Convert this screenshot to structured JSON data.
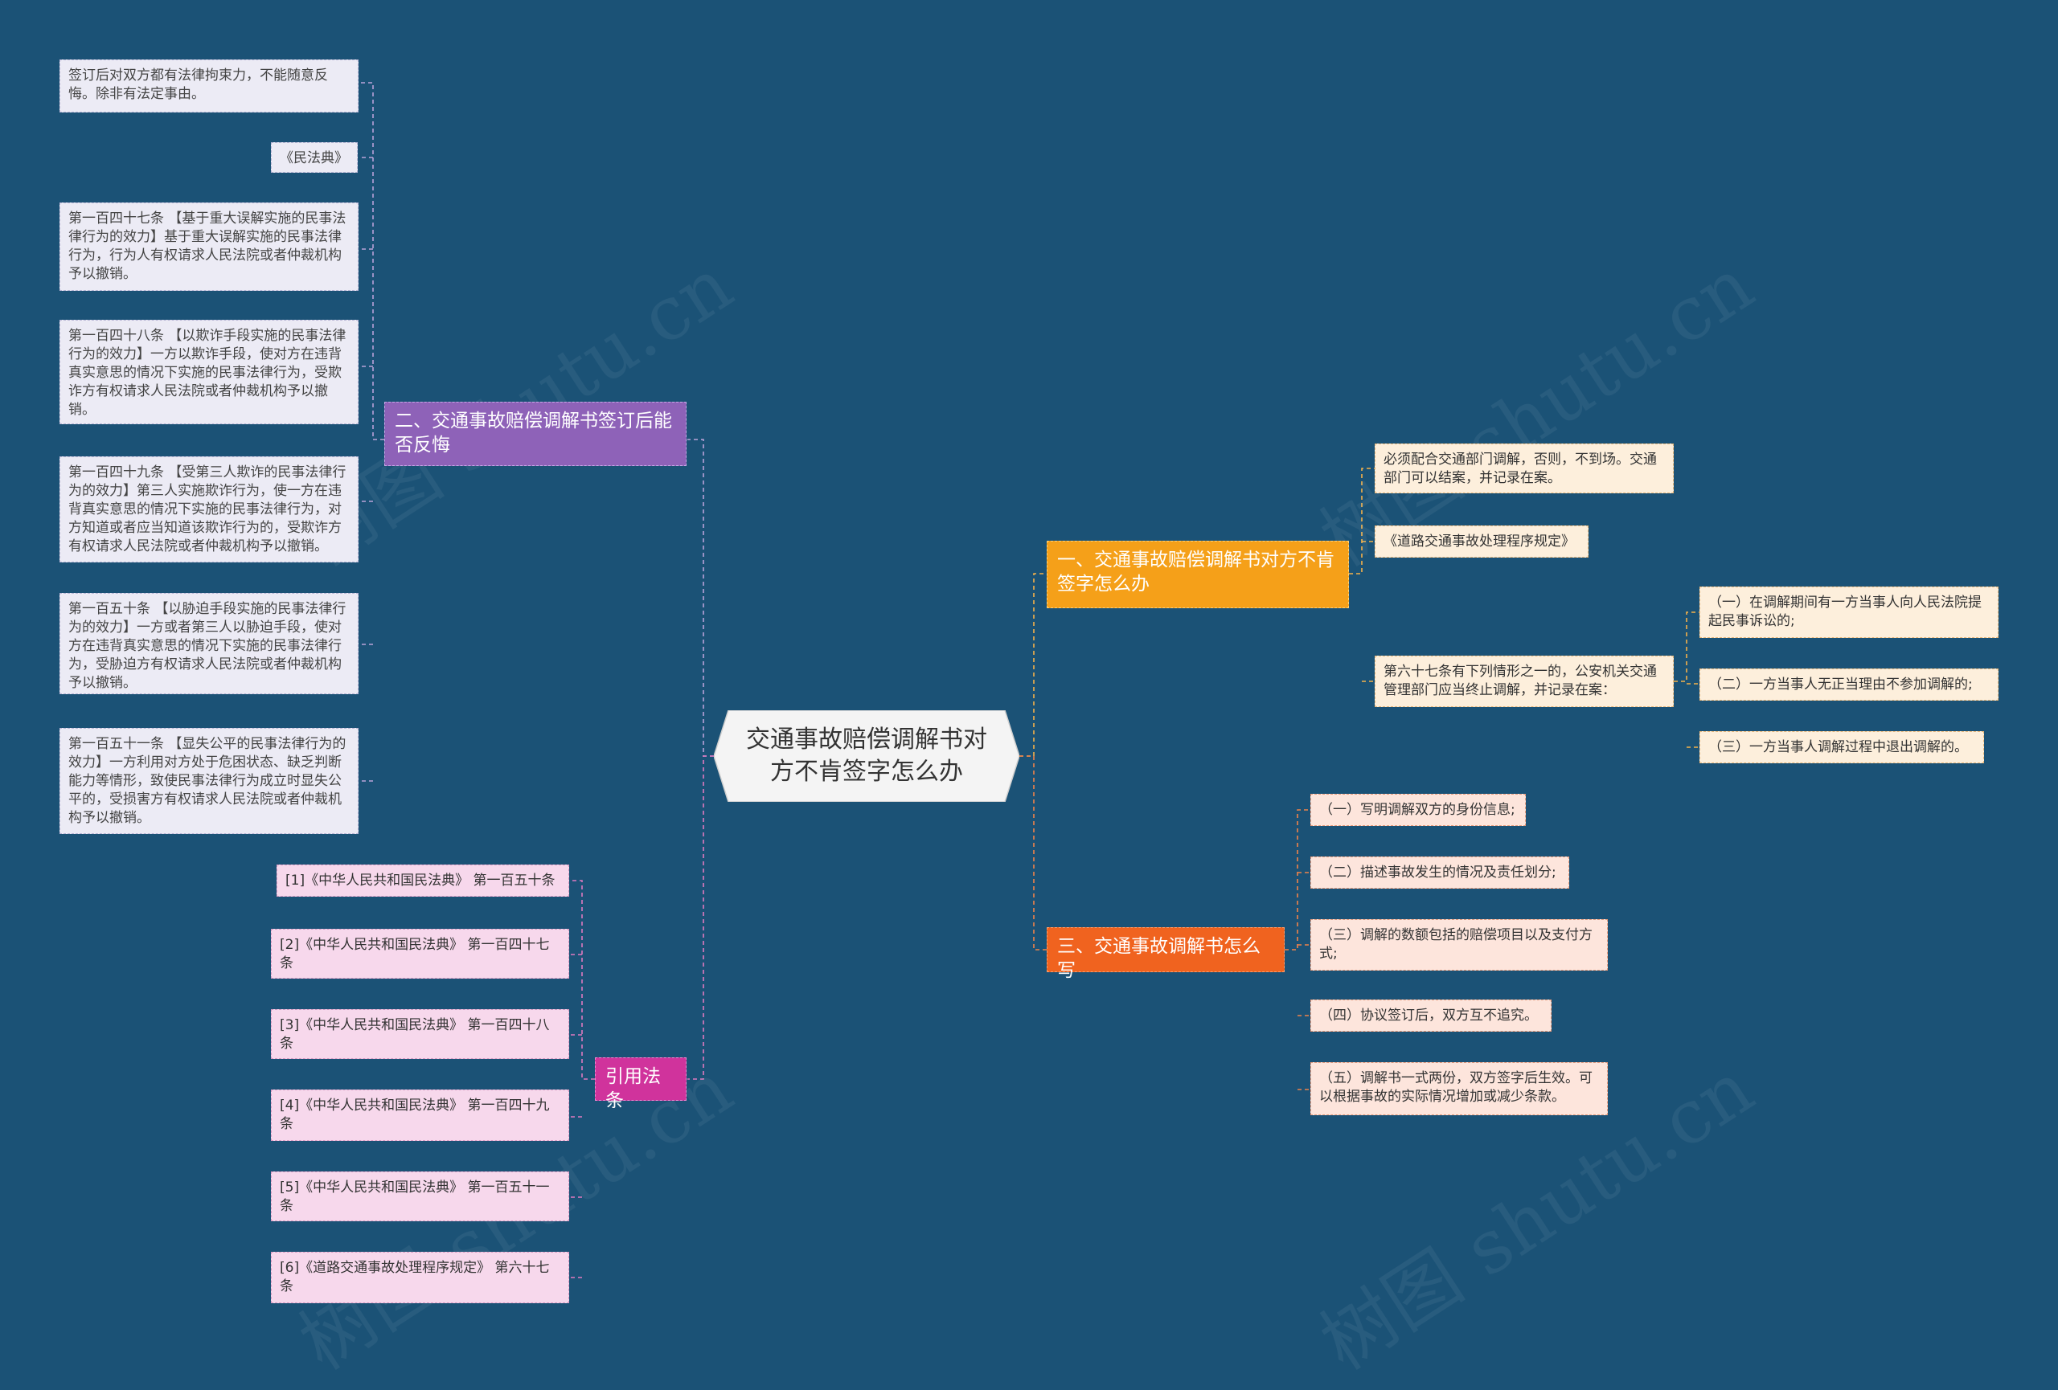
{
  "colors": {
    "background": "#1b5276",
    "purple": "#8e62b8",
    "orange": "#f5a019",
    "red": "#f0631f",
    "pink": "#d0339c"
  },
  "center": {
    "title": "交通事故赔偿调解书对方不肯签字怎么办"
  },
  "branch_left_1": {
    "title": "二、交通事故赔偿调解书签订后能否反悔",
    "items": [
      "签订后对双方都有法律拘束力，不能随意反悔。除非有法定事由。",
      "《民法典》",
      "第一百四十七条 【基于重大误解实施的民事法律行为的效力】基于重大误解实施的民事法律行为，行为人有权请求人民法院或者仲裁机构予以撤销。",
      "第一百四十八条 【以欺诈手段实施的民事法律行为的效力】一方以欺诈手段，使对方在违背真实意思的情况下实施的民事法律行为，受欺诈方有权请求人民法院或者仲裁机构予以撤销。",
      "第一百四十九条 【受第三人欺诈的民事法律行为的效力】第三人实施欺诈行为，使一方在违背真实意思的情况下实施的民事法律行为，对方知道或者应当知道该欺诈行为的，受欺诈方有权请求人民法院或者仲裁机构予以撤销。",
      "第一百五十条 【以胁迫手段实施的民事法律行为的效力】一方或者第三人以胁迫手段，使对方在违背真实意思的情况下实施的民事法律行为，受胁迫方有权请求人民法院或者仲裁机构予以撤销。",
      "第一百五十一条 【显失公平的民事法律行为的效力】一方利用对方处于危困状态、缺乏判断能力等情形，致使民事法律行为成立时显失公平的，受损害方有权请求人民法院或者仲裁机构予以撤销。"
    ]
  },
  "branch_left_2": {
    "title": "引用法条",
    "items": [
      "[1]《中华人民共和国民法典》 第一百五十条",
      "[2]《中华人民共和国民法典》 第一百四十七条",
      "[3]《中华人民共和国民法典》 第一百四十八条",
      "[4]《中华人民共和国民法典》 第一百四十九条",
      "[5]《中华人民共和国民法典》 第一百五十一条",
      "[6]《道路交通事故处理程序规定》 第六十七条"
    ]
  },
  "branch_right_1": {
    "title": "一、交通事故赔偿调解书对方不肯签字怎么办",
    "items": [
      "必须配合交通部门调解，否则，不到场。交通部门可以结案，并记录在案。",
      "《道路交通事故处理程序规定》",
      "第六十七条有下列情形之一的，公安机关交通管理部门应当终止调解，并记录在案："
    ],
    "sub_items": [
      "（一）在调解期间有一方当事人向人民法院提起民事诉讼的;",
      "（二）一方当事人无正当理由不参加调解的;",
      "（三）一方当事人调解过程中退出调解的。"
    ]
  },
  "branch_right_2": {
    "title": "三、交通事故调解书怎么写",
    "items": [
      "（一）写明调解双方的身份信息;",
      "（二）描述事故发生的情况及责任划分;",
      "（三）调解的数额包括的赔偿项目以及支付方式;",
      "（四）协议签订后，双方互不追究。",
      "（五）调解书一式两份，双方签字后生效。可以根据事故的实际情况增加或减少条款。"
    ]
  },
  "watermark": "树图 shutu.cn"
}
